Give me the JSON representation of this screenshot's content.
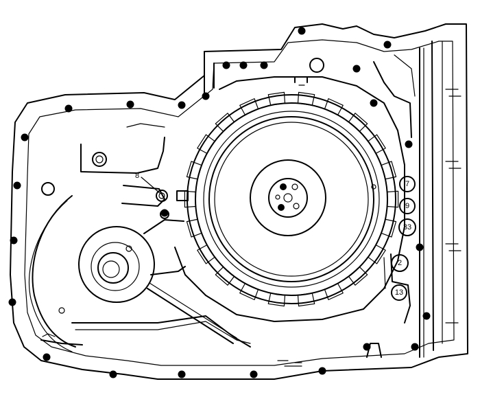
{
  "callouts": [
    {
      "id": "c8",
      "label": "8"
    },
    {
      "id": "c7",
      "label": "7"
    },
    {
      "id": "c9",
      "label": "9"
    },
    {
      "id": "c33",
      "label": "33"
    },
    {
      "id": "c2",
      "label": "2"
    },
    {
      "id": "c13",
      "label": "13"
    }
  ],
  "colors": {
    "line": "#000000",
    "background": "#ffffff"
  }
}
